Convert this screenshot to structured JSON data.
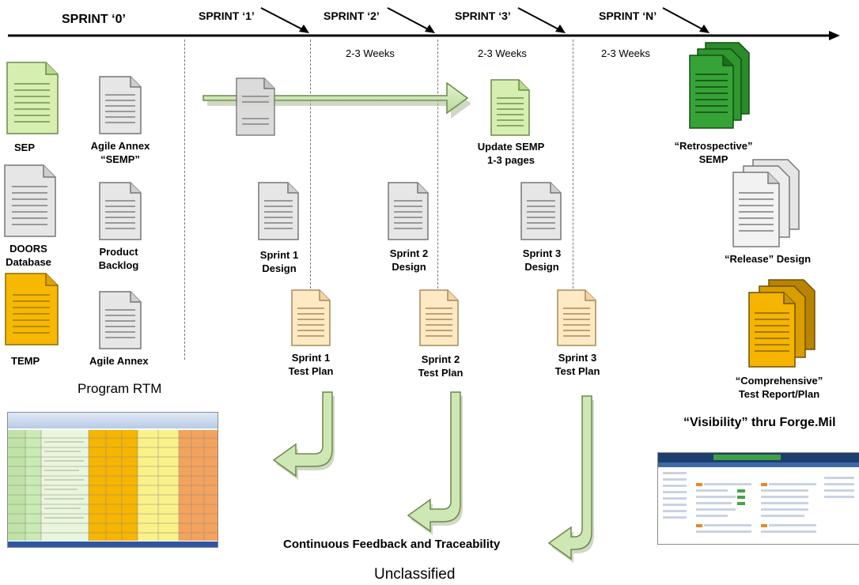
{
  "timeline": {
    "sprints": [
      "SPRINT ‘0’",
      "SPRINT ‘1’",
      "SPRINT ‘2’",
      "SPRINT ‘3’",
      "SPRINT ‘N’"
    ],
    "weeks": [
      "2-3 Weeks",
      "2-3 Weeks",
      "2-3 Weeks"
    ]
  },
  "sprint0": {
    "docs": [
      {
        "label": "SEP",
        "color": "light-green"
      },
      {
        "label": "Agile Annex\n“SEMP”",
        "color": "gray"
      },
      {
        "label": "DOORS\nDatabase",
        "color": "gray"
      },
      {
        "label": "Product\nBacklog",
        "color": "gray"
      },
      {
        "label": "TEMP",
        "color": "orange"
      },
      {
        "label": "Agile Annex",
        "color": "gray"
      }
    ],
    "rtm_label": "Program RTM"
  },
  "semp_update": {
    "label": "Update SEMP\n1-3 pages"
  },
  "designs": [
    "Sprint 1\nDesign",
    "Sprint 2\nDesign",
    "Sprint 3\nDesign"
  ],
  "test_plans": [
    "Sprint 1\nTest Plan",
    "Sprint 2\nTest Plan",
    "Sprint 3\nTest Plan"
  ],
  "final": {
    "retrospective": "“Retrospective”\nSEMP",
    "release": "“Release” Design",
    "comprehensive": "“Comprehensive”\nTest Report/Plan",
    "visibility": "“Visibility” thru Forge.Mil"
  },
  "footer": {
    "feedback": "Continuous Feedback and Traceability",
    "classification": "Unclassified"
  },
  "colors": {
    "light_green": "#d6efb0",
    "gray": "#e6e6e6",
    "orange": "#f6b800",
    "peach": "#fde9c4",
    "dark_green": "#2b8a2b",
    "gold": "#c99400",
    "arrow_green": "#cfe6b5"
  },
  "icons": [
    "document-icon",
    "document-stack-icon",
    "curved-arrow-icon",
    "timeline-arrow-icon"
  ]
}
